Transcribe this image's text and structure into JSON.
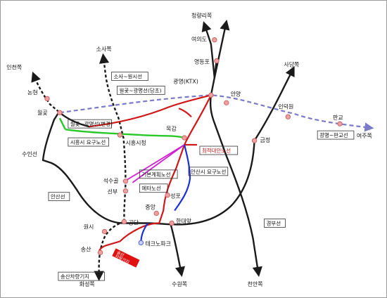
{
  "colors": {
    "black_line": "#1a1a1a",
    "red_line": "#d01818",
    "green_line": "#28c828",
    "magenta_line": "#d020d0",
    "blue_line": "#1a2fd8",
    "dashed_purple": "#7a7ac8",
    "station": "#f0a0a0",
    "depot": "#e01010"
  },
  "places": {
    "cheongnyangni": "청량리쪽",
    "sosa_dir": "소사쪽",
    "incheon_dir": "인천쪽",
    "sadang_dir": "사당쪽",
    "yeoju_dir": "여주쪽",
    "suwon_dir": "수원쪽",
    "cheonan_dir": "천안쪽",
    "hwaseong_dir": "화성쪽",
    "yeouido": "여의도",
    "yeongdeungpo": "영등포",
    "gwangmyeong": "광명(KTX)",
    "anyang": "안양",
    "nonhyeon": "논현",
    "wolgot": "월곶",
    "sihung_city_hall": "시흥시청",
    "mokgam": "목감",
    "geumjeong": "금정",
    "indeogwon": "인덕원",
    "pangyo": "판교",
    "suinseon": "수인선",
    "seoksugol": "석수골",
    "seonbu": "선부",
    "seongpo": "성포",
    "jungang": "중앙",
    "handaeap": "한대앞",
    "gongdan": "공단",
    "wonsi": "원시",
    "songsan": "송산",
    "techno_park": "테크노파크"
  },
  "boxes": {
    "sosa_wonsi": "소사~원시선",
    "wolgot_gwangmyeong_current": "월곶~광명선(당초)",
    "wolgot_gwangmyeong_changed": "월곶~광명선(변경)",
    "sihung_request": "시흥시 요구노선",
    "optimal_alt": "최적대안노선",
    "basic_plan": "기본계획노선",
    "ansan_request": "안산시 요구노선",
    "eta": "에타노선",
    "ansanseon": "안산선",
    "gyeongbuseon": "경부선",
    "gwangmyeong_pangyo": "광명~판교선",
    "songsan_depot": "송산차량기지",
    "depot_mark": "송산\n차량기지"
  }
}
